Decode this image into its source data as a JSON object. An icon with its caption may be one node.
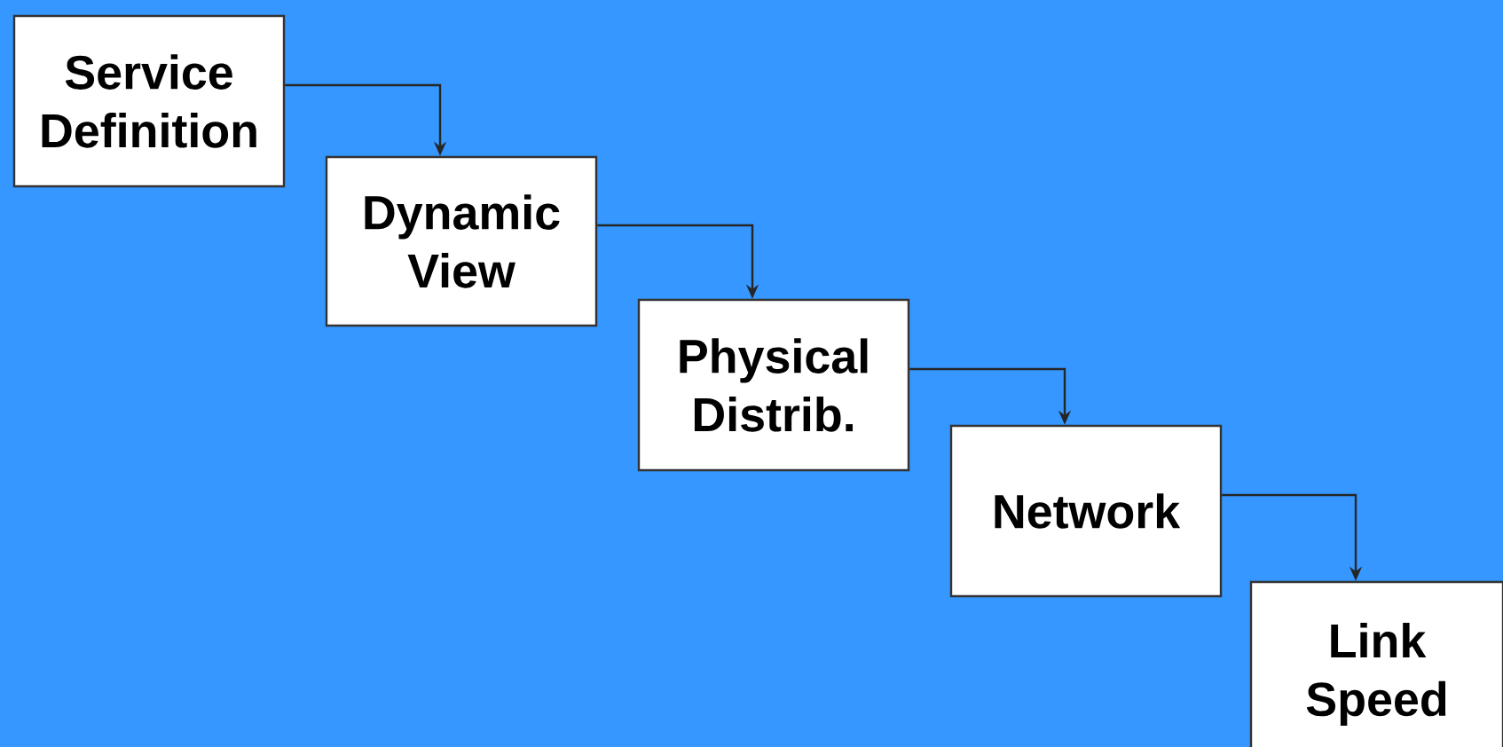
{
  "diagram": {
    "nodes": [
      {
        "text": [
          "Service Definition"
        ]
      },
      {
        "text": [
          "Dynamic View"
        ]
      },
      {
        "text": [
          "Physical Distrib."
        ]
      },
      {
        "text": [
          "Network"
        ]
      },
      {
        "text": [
          "Link Speed"
        ]
      }
    ],
    "edges": [
      {
        "from": 0,
        "to": 1,
        "arrow": "to"
      },
      {
        "from": 1,
        "to": 2,
        "arrow": "to"
      },
      {
        "from": 2,
        "to": 3,
        "arrow": "to"
      },
      {
        "from": 3,
        "to": 4,
        "arrow": "to"
      }
    ]
  }
}
